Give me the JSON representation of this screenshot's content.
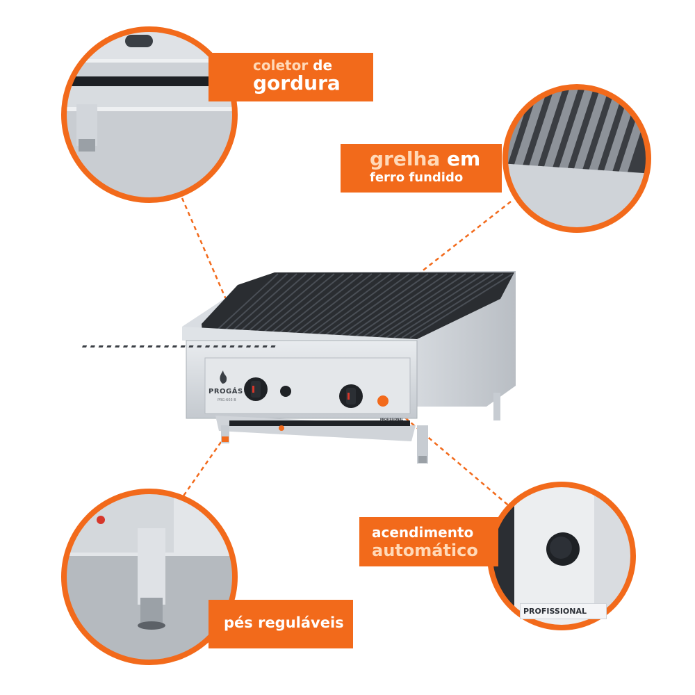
{
  "product": {
    "brand": "PROGÁS",
    "model": "PRG-603 B",
    "badge": "PROFISSIONAL"
  },
  "callouts": {
    "coletor": {
      "line1_a": "coletor",
      "line1_b": "de",
      "line2": "gordura"
    },
    "grelha": {
      "line1_a": "grelha",
      "line1_b": "em",
      "line2": "ferro fundido"
    },
    "acendimento": {
      "line1": "acendimento",
      "line2": "automático"
    },
    "pes": {
      "line1": "pés reguláveis"
    }
  },
  "colors": {
    "accent": "#f26a1b",
    "accent_light": "#ffd9b8",
    "steel": "#cfd3d8",
    "grill": "#2a2d31"
  },
  "icons": [
    "flame-logo-icon",
    "control-knob-icon",
    "ignition-button-icon",
    "adjustable-foot-icon"
  ]
}
